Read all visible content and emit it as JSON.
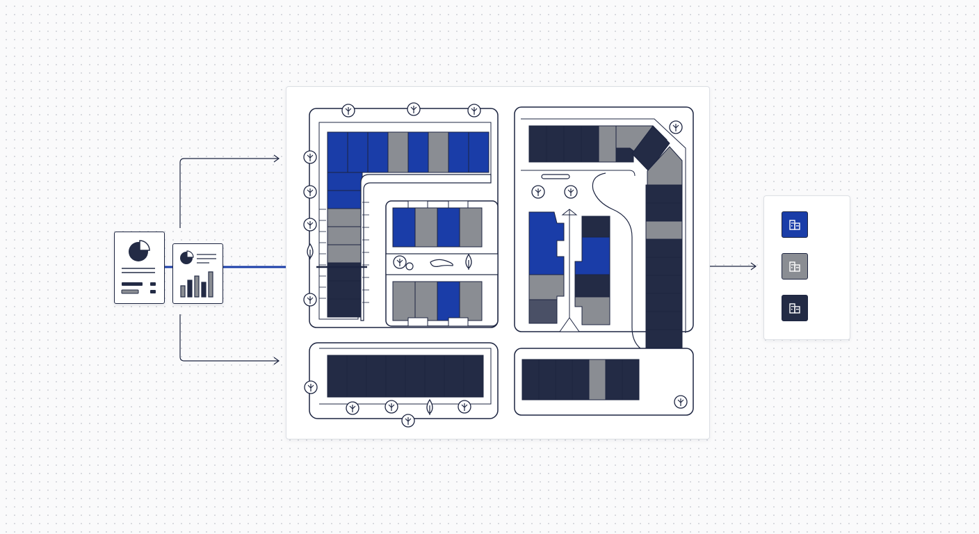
{
  "colors": {
    "available": "#1a3da8",
    "reserved": "#8a8d93",
    "sold": "#232b45",
    "outline": "#1c2440",
    "road": "#ffffff",
    "route": "#1a3da8"
  },
  "sources": [
    {
      "name": "report-document",
      "icons": [
        "pie-chart-icon",
        "text-lines-icon"
      ]
    },
    {
      "name": "analytics-document",
      "icons": [
        "pie-chart-icon",
        "bar-chart-icon"
      ]
    }
  ],
  "map": {
    "blocks": [
      "north-west",
      "center",
      "east-curved",
      "south-west",
      "south-east"
    ],
    "unit_status_order": [
      "available",
      "reserved",
      "sold"
    ]
  },
  "legend": {
    "items": [
      {
        "status": "available",
        "icon": "building-icon"
      },
      {
        "status": "reserved",
        "icon": "building-icon"
      },
      {
        "status": "sold",
        "icon": "building-icon"
      }
    ]
  }
}
